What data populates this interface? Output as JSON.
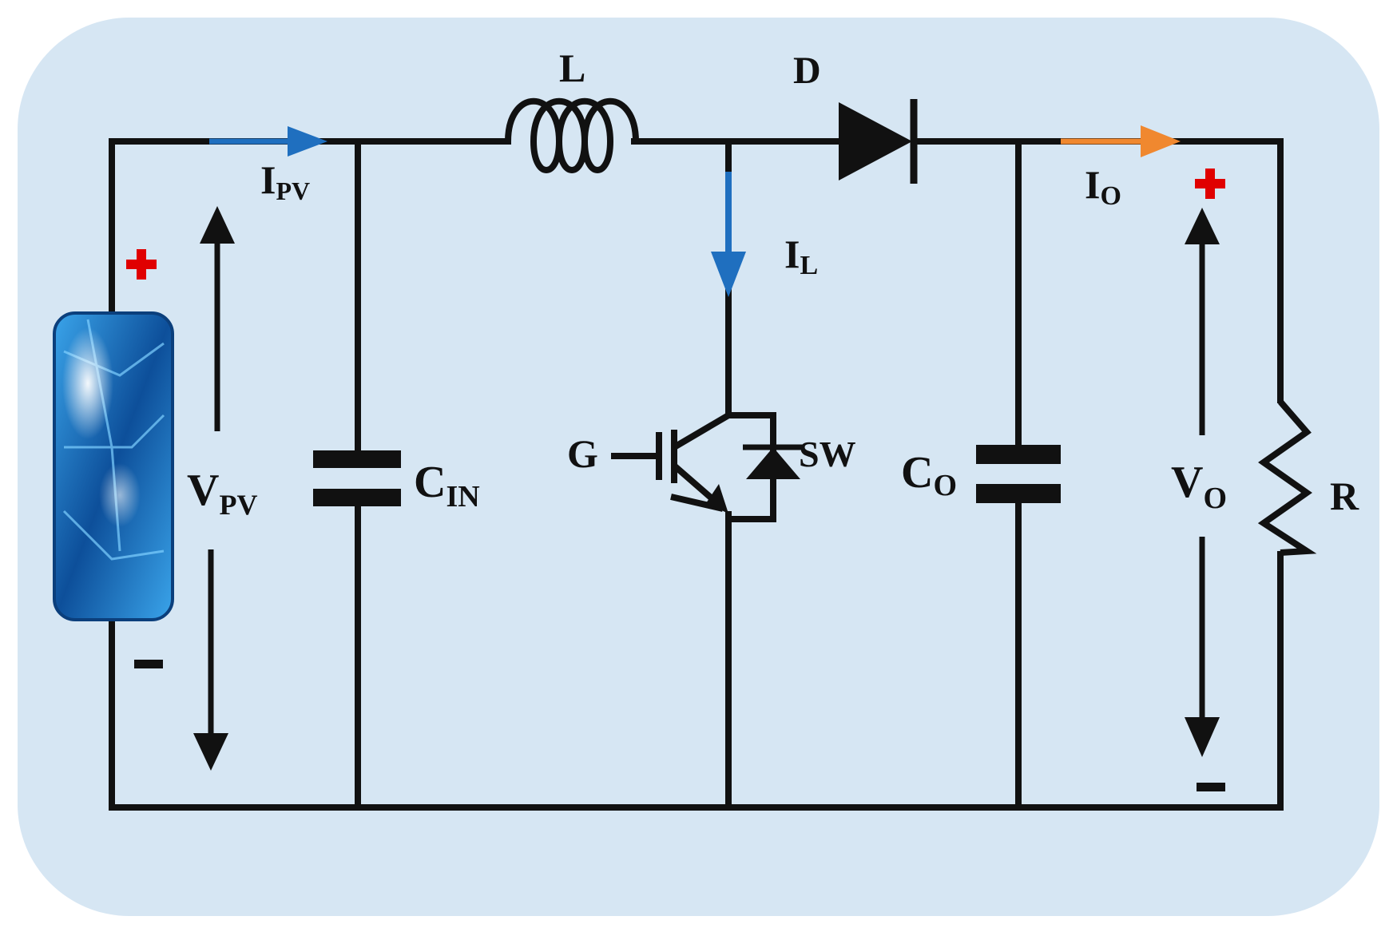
{
  "colors": {
    "background": "#d6e6f3",
    "wire": "#111111",
    "current_input": "#1f6fbf",
    "current_inductor": "#1f6fbf",
    "current_output": "#f0882f",
    "polarity_plus": "#e00000",
    "panel_dark": "#0d4f9a",
    "panel_light": "#3aa4ea"
  },
  "labels": {
    "inductor": "L",
    "diode": "D",
    "input_current": {
      "main": "I",
      "sub": "PV"
    },
    "inductor_current": {
      "main": "I",
      "sub": "L"
    },
    "output_current": {
      "main": "I",
      "sub": "O"
    },
    "input_voltage": {
      "main": "V",
      "sub": "PV"
    },
    "input_capacitor": {
      "main": "C",
      "sub": "IN"
    },
    "gate": "G",
    "switch": "SW",
    "output_capacitor": {
      "main": "C",
      "sub": "O"
    },
    "output_voltage": {
      "main": "V",
      "sub": "O"
    },
    "resistor": "R",
    "plus": "+",
    "minus": "−"
  },
  "icons": {
    "source": "solar-panel-icon",
    "plus_sign": "plus-icon",
    "minus_sign": "minus-icon"
  }
}
